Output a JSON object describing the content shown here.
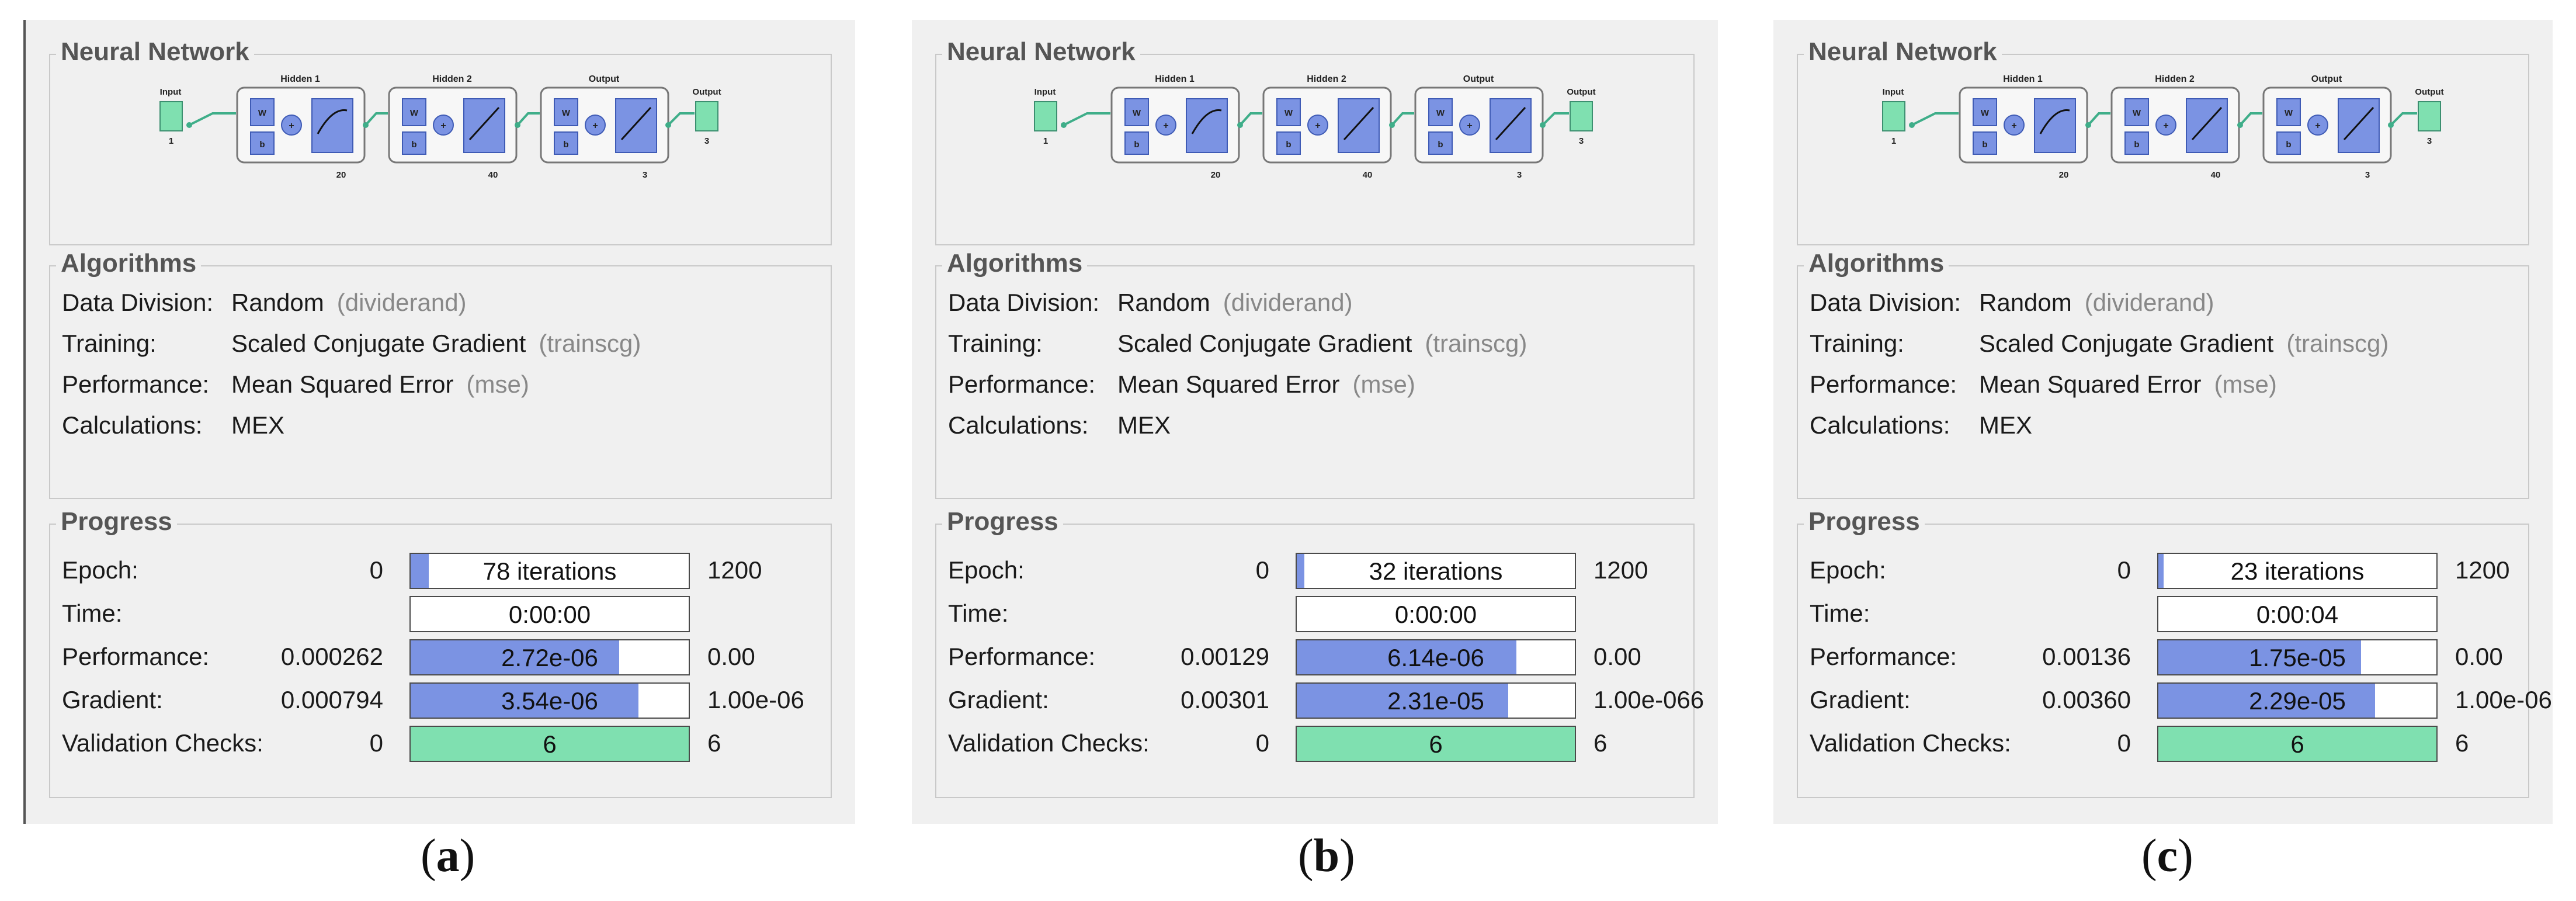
{
  "panels": [
    {
      "network": {
        "title": "Neural Network",
        "input_label": "Input",
        "input_size": "1",
        "hidden1_label": "Hidden 1",
        "hidden1_size": "20",
        "hidden2_label": "Hidden 2",
        "hidden2_size": "40",
        "output_layer_label": "Output",
        "output_layer_size": "3",
        "output_label": "Output",
        "output_size": "3",
        "w": "W",
        "b": "b"
      },
      "algorithms": {
        "title": "Algorithms",
        "rows": [
          {
            "label": "Data Division:",
            "value": "Random",
            "paren": "(dividerand)"
          },
          {
            "label": "Training:",
            "value": "Scaled Conjugate Gradient",
            "paren": "(trainscg)"
          },
          {
            "label": "Performance:",
            "value": "Mean Squared Error",
            "paren": "(mse)"
          },
          {
            "label": "Calculations:",
            "value": "MEX",
            "paren": ""
          }
        ]
      },
      "progress": {
        "title": "Progress",
        "rows": [
          {
            "label": "Epoch:",
            "min": "0",
            "bar_text": "78 iterations",
            "max": "1200",
            "fill": 0.065
          },
          {
            "label": "Time:",
            "min": "",
            "bar_text": "0:00:00",
            "max": "",
            "fill": 0
          },
          {
            "label": "Performance:",
            "min": "0.000262",
            "bar_text": "2.72e-06",
            "max": "0.00",
            "fill": 0.75
          },
          {
            "label": "Gradient:",
            "min": "0.000794",
            "bar_text": "3.54e-06",
            "max": "1.00e-06",
            "fill": 0.82
          },
          {
            "label": "Validation Checks:",
            "min": "0",
            "bar_text": "6",
            "max": "6",
            "fill": 1
          }
        ]
      },
      "caption_open": "(",
      "caption_letter": "a",
      "caption_close": ")"
    },
    {
      "network": {
        "title": "Neural Network",
        "input_label": "Input",
        "input_size": "1",
        "hidden1_label": "Hidden 1",
        "hidden1_size": "20",
        "hidden2_label": "Hidden 2",
        "hidden2_size": "40",
        "output_layer_label": "Output",
        "output_layer_size": "3",
        "output_label": "Output",
        "output_size": "3",
        "w": "W",
        "b": "b"
      },
      "algorithms": {
        "title": "Algorithms",
        "rows": [
          {
            "label": "Data Division:",
            "value": "Random",
            "paren": "(dividerand)"
          },
          {
            "label": "Training:",
            "value": "Scaled Conjugate Gradient",
            "paren": "(trainscg)"
          },
          {
            "label": "Performance:",
            "value": "Mean Squared Error",
            "paren": "(mse)"
          },
          {
            "label": "Calculations:",
            "value": "MEX",
            "paren": ""
          }
        ]
      },
      "progress": {
        "title": "Progress",
        "rows": [
          {
            "label": "Epoch:",
            "min": "0",
            "bar_text": "32 iterations",
            "max": "1200",
            "fill": 0.027
          },
          {
            "label": "Time:",
            "min": "",
            "bar_text": "0:00:00",
            "max": "",
            "fill": 0
          },
          {
            "label": "Performance:",
            "min": "0.00129",
            "bar_text": "6.14e-06",
            "max": "0.00",
            "fill": 0.79
          },
          {
            "label": "Gradient:",
            "min": "0.00301",
            "bar_text": "2.31e-05",
            "max": "1.00e-066",
            "fill": 0.76
          },
          {
            "label": "Validation Checks:",
            "min": "0",
            "bar_text": "6",
            "max": "6",
            "fill": 1
          }
        ]
      },
      "caption_open": "(",
      "caption_letter": "b",
      "caption_close": ")"
    },
    {
      "network": {
        "title": "Neural Network",
        "input_label": "Input",
        "input_size": "1",
        "hidden1_label": "Hidden 1",
        "hidden1_size": "20",
        "hidden2_label": "Hidden 2",
        "hidden2_size": "40",
        "output_layer_label": "Output",
        "output_layer_size": "3",
        "output_label": "Output",
        "output_size": "3",
        "w": "W",
        "b": "b"
      },
      "algorithms": {
        "title": "Algorithms",
        "rows": [
          {
            "label": "Data Division:",
            "value": "Random",
            "paren": "(dividerand)"
          },
          {
            "label": "Training:",
            "value": "Scaled Conjugate Gradient",
            "paren": "(trainscg)"
          },
          {
            "label": "Performance:",
            "value": "Mean Squared Error",
            "paren": "(mse)"
          },
          {
            "label": "Calculations:",
            "value": "MEX",
            "paren": ""
          }
        ]
      },
      "progress": {
        "title": "Progress",
        "rows": [
          {
            "label": "Epoch:",
            "min": "0",
            "bar_text": "23 iterations",
            "max": "1200",
            "fill": 0.019
          },
          {
            "label": "Time:",
            "min": "",
            "bar_text": "0:00:04",
            "max": "",
            "fill": 0
          },
          {
            "label": "Performance:",
            "min": "0.00136",
            "bar_text": "1.75e-05",
            "max": "0.00",
            "fill": 0.73
          },
          {
            "label": "Gradient:",
            "min": "0.00360",
            "bar_text": "2.29e-05",
            "max": "1.00e-06",
            "fill": 0.78
          },
          {
            "label": "Validation Checks:",
            "min": "0",
            "bar_text": "6",
            "max": "6",
            "fill": 1
          }
        ]
      },
      "caption_open": "(",
      "caption_letter": "c",
      "caption_close": ")"
    }
  ],
  "colors": {
    "panel_bg": "#f0f0f0",
    "group_border": "#c9c9c9",
    "bar_fill_blue": "#7b93e3",
    "bar_fill_green": "#7fe0b0",
    "node_green": "#7fe0b0",
    "layer_blue": "#7b93e3",
    "connector_teal": "#3fae89"
  }
}
